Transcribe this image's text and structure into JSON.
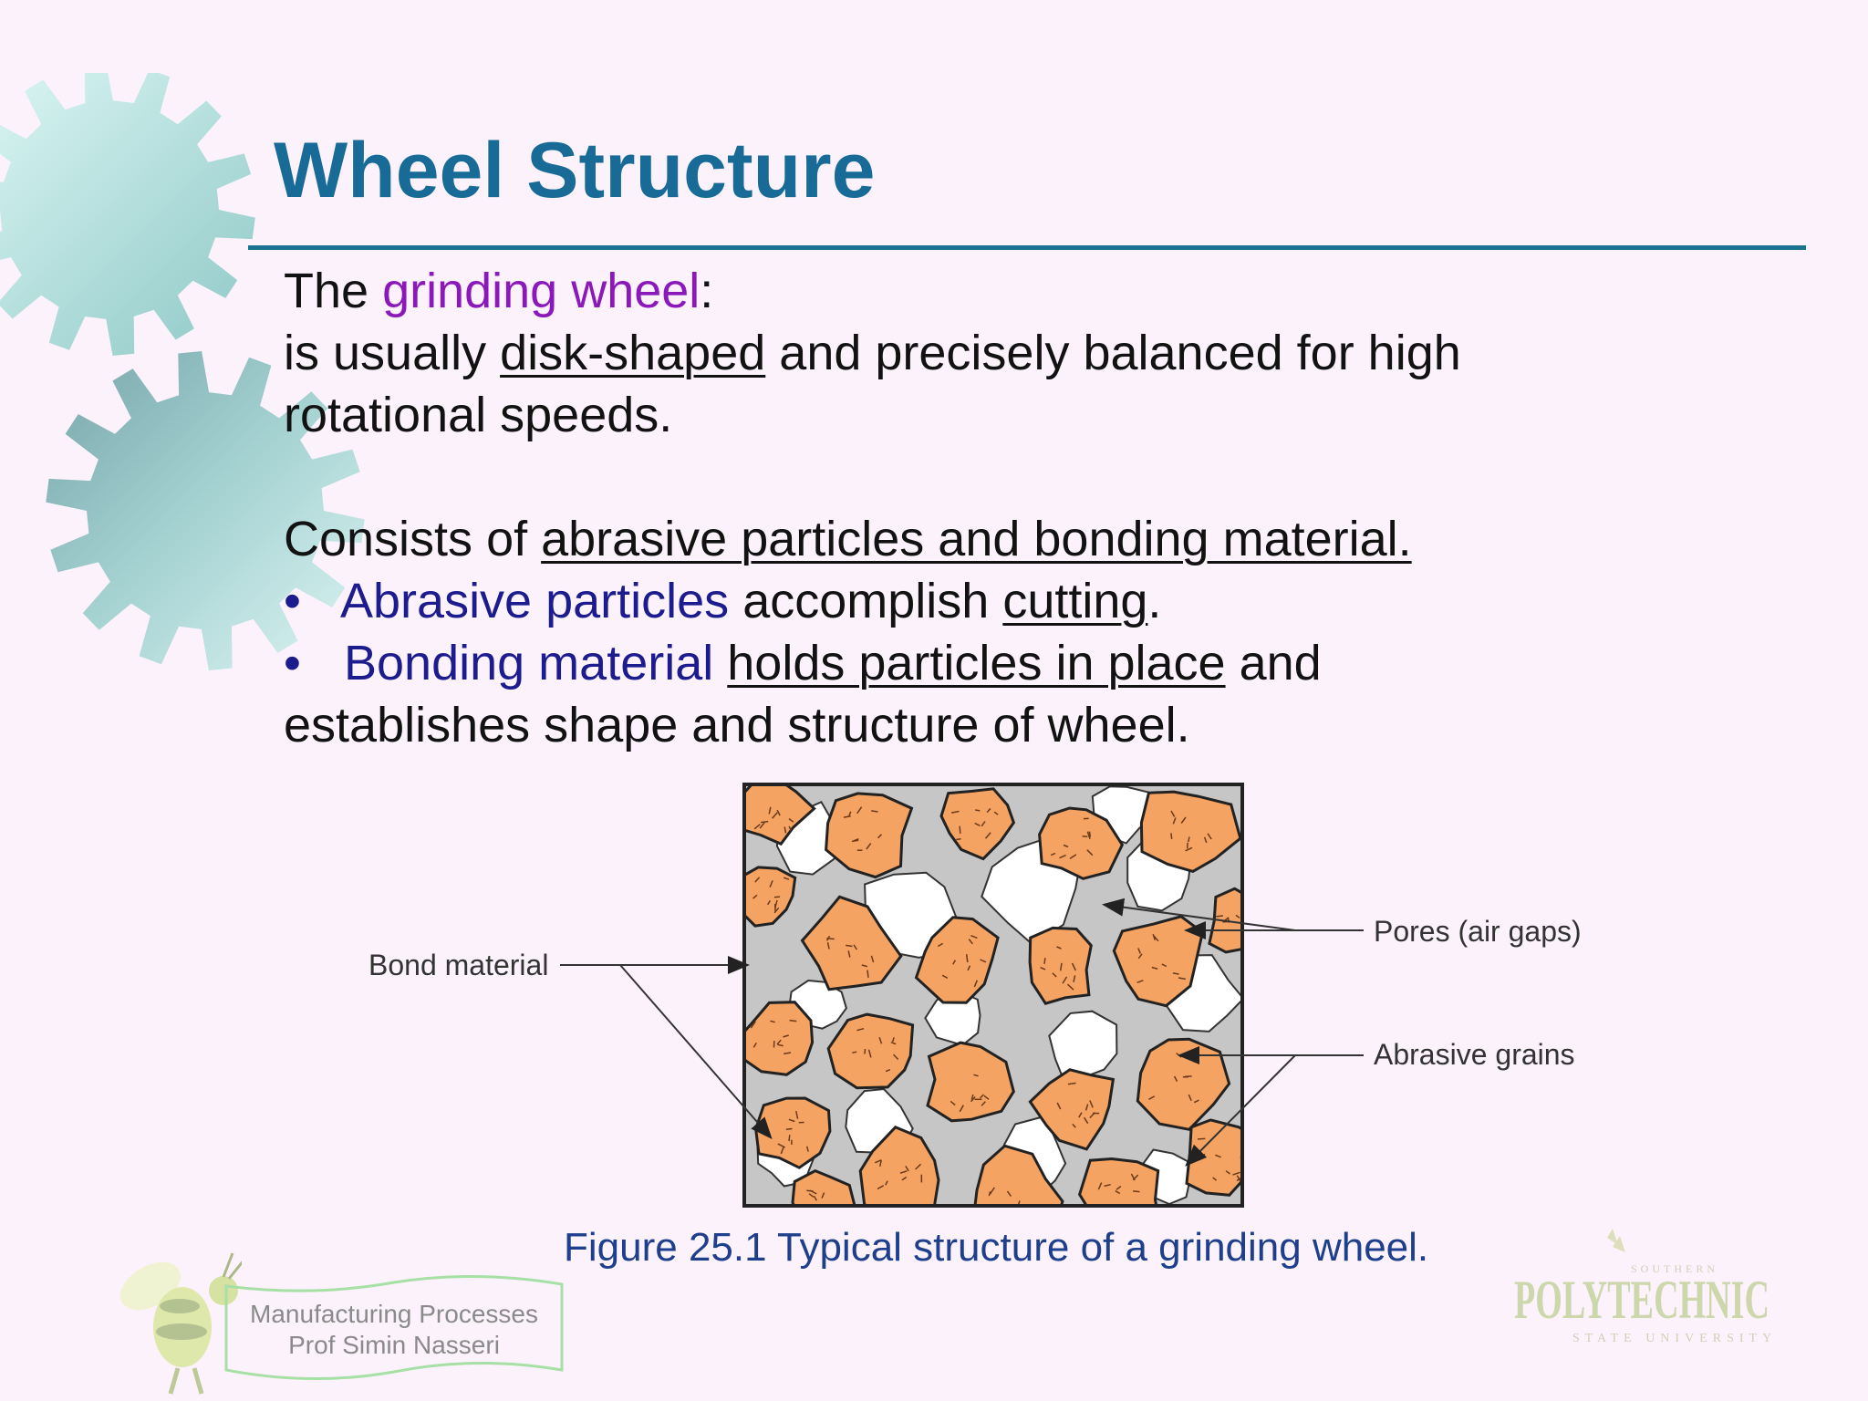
{
  "slide": {
    "title": "Wheel Structure",
    "intro": {
      "prefix": "The ",
      "highlight": "grinding wheel",
      "suffix": ":"
    },
    "line2": {
      "prefix": "is usually ",
      "underlined": "disk-shaped",
      "suffix": " and precisely balanced for high"
    },
    "line3": "rotational speeds.",
    "line4": {
      "prefix": "Consists of ",
      "underlined": "abrasive particles and bonding material."
    },
    "bullet1": {
      "marker": "•",
      "colored": "Abrasive particles",
      "middle": " accomplish ",
      "underlined": "cutting",
      "suffix": "."
    },
    "bullet2": {
      "marker": "•",
      "colored": "Bonding material",
      "underlined": "holds particles in place",
      "suffix": " and"
    },
    "line7": "establishes shape and structure of wheel."
  },
  "figure": {
    "caption": "Figure 25.1  Typical structure of a grinding wheel.",
    "labels": {
      "bond": "Bond material",
      "pores": "Pores (air gaps)",
      "grains": "Abrasive grains"
    },
    "colors": {
      "grain": "#f4a362",
      "bond": "#c6c6c6",
      "pore": "#ffffff"
    }
  },
  "footer": {
    "line1": "Manufacturing Processes",
    "line2": "Prof Simin Nasseri"
  },
  "logo": {
    "word": "POLYTECHNIC",
    "top": "SOUTHERN",
    "bottom": "STATE UNIVERSITY"
  }
}
